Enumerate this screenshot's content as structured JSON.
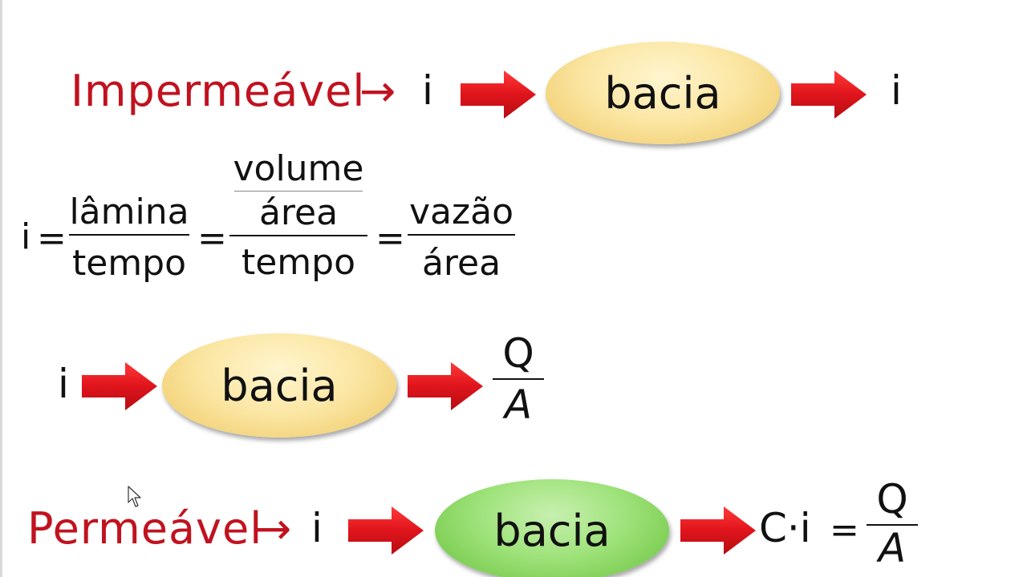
{
  "row1": {
    "title": "Impermeável",
    "arrow_glyph": "→",
    "input_symbol": "i",
    "ellipse_label": "bacia",
    "output_symbol": "i"
  },
  "formula": {
    "lhs": "i",
    "eq1": "=",
    "frac1_num": "lâmina",
    "frac1_den": "tempo",
    "eq2": "=",
    "frac2_num_top": "volume",
    "frac2_num_bottom": "área",
    "frac2_den": "tempo",
    "eq3": "=",
    "frac3_num": "vazão",
    "frac3_den": "área"
  },
  "row3": {
    "input_symbol": "i",
    "ellipse_label": "bacia",
    "out_num": "Q",
    "out_den": "A"
  },
  "row4": {
    "title": "Permeável",
    "arrow_glyph": "→",
    "input_symbol": "i",
    "ellipse_label": "bacia",
    "out_lhs": "C·i",
    "out_eq": "=",
    "out_num": "Q",
    "out_den": "A"
  },
  "colors": {
    "title_red": "#c1121f",
    "arrow_red": "#e0141c",
    "ellipse_yellow": "#f8df93",
    "ellipse_green": "#8fd964"
  },
  "icons": [
    "block-arrow-right-icon",
    "mouse-pointer-icon"
  ]
}
